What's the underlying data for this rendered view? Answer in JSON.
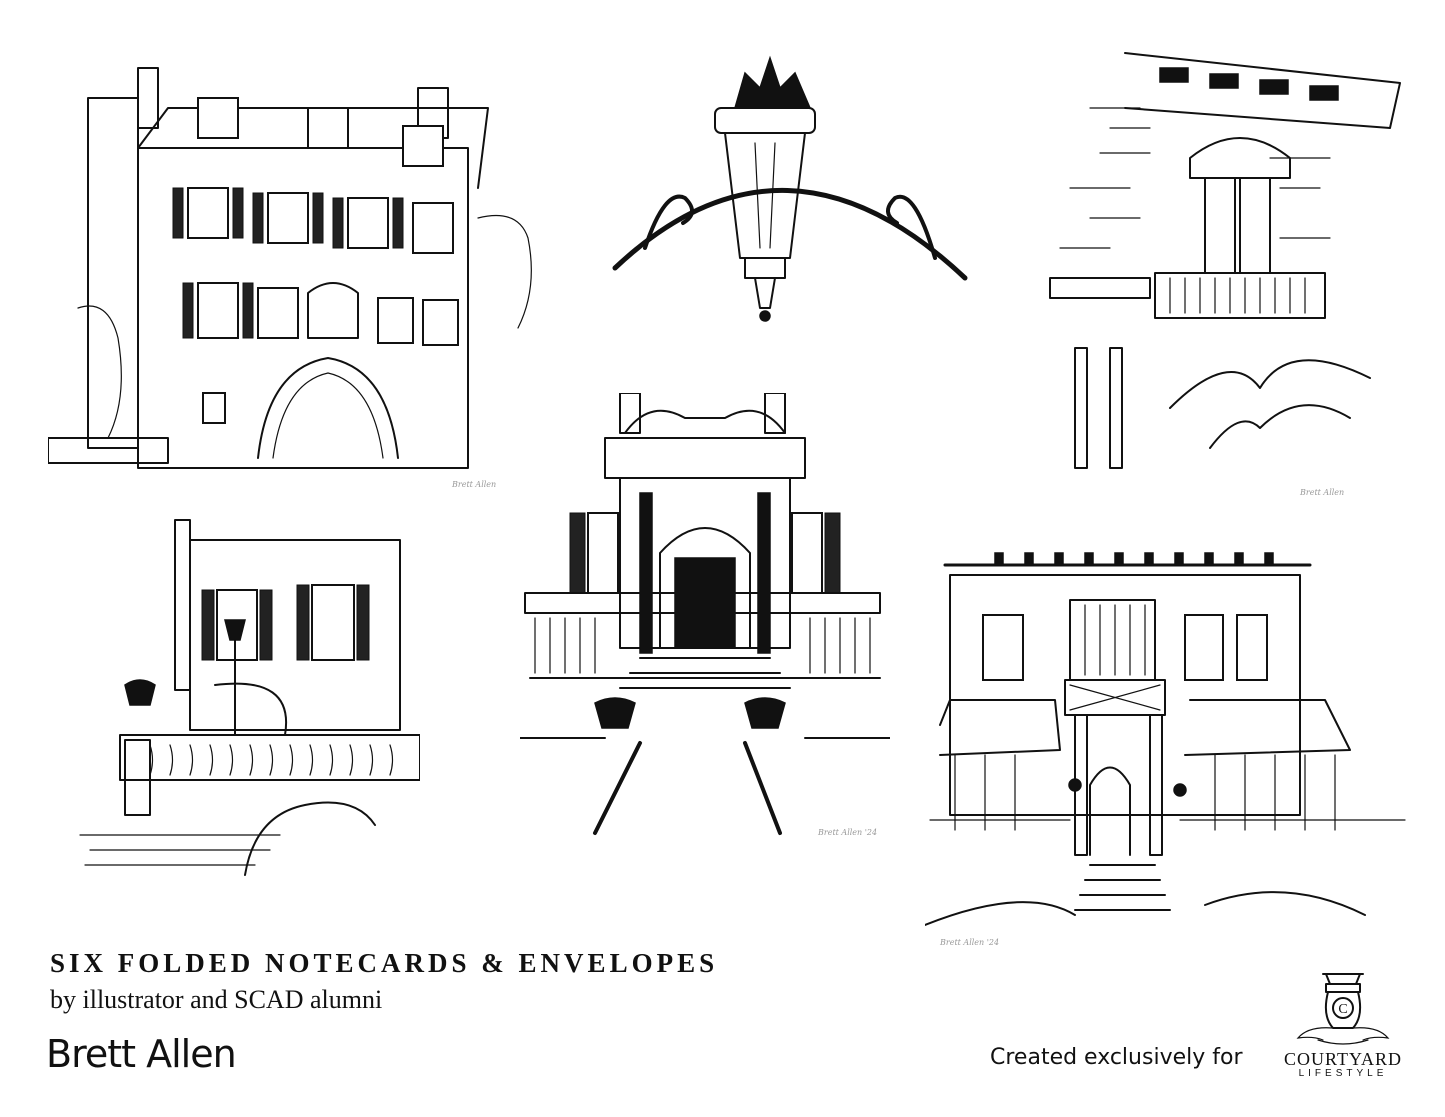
{
  "heading": {
    "title": "SIX FOLDED NOTECARDS & ENVELOPES",
    "subtitle": "by illustrator and SCAD alumni",
    "artist": "Brett Allen"
  },
  "footer": {
    "created_for": "Created exclusively for"
  },
  "logo": {
    "name": "COURTYARD",
    "sub": "LIFESTYLE"
  },
  "illustrations": [
    {
      "name": "three-story-townhouse-sketch",
      "signature": "Brett Allen"
    },
    {
      "name": "hanging-lantern-sketch",
      "signature": ""
    },
    {
      "name": "balcony-facade-sketch",
      "signature": "Brett Allen"
    },
    {
      "name": "stairway-railing-sketch",
      "signature": ""
    },
    {
      "name": "gated-entrance-sketch",
      "signature": "Brett Allen '24"
    },
    {
      "name": "gothic-porch-house-sketch",
      "signature": "Brett Allen '24"
    }
  ],
  "colors": {
    "ink": "#111111",
    "background": "#ffffff"
  }
}
